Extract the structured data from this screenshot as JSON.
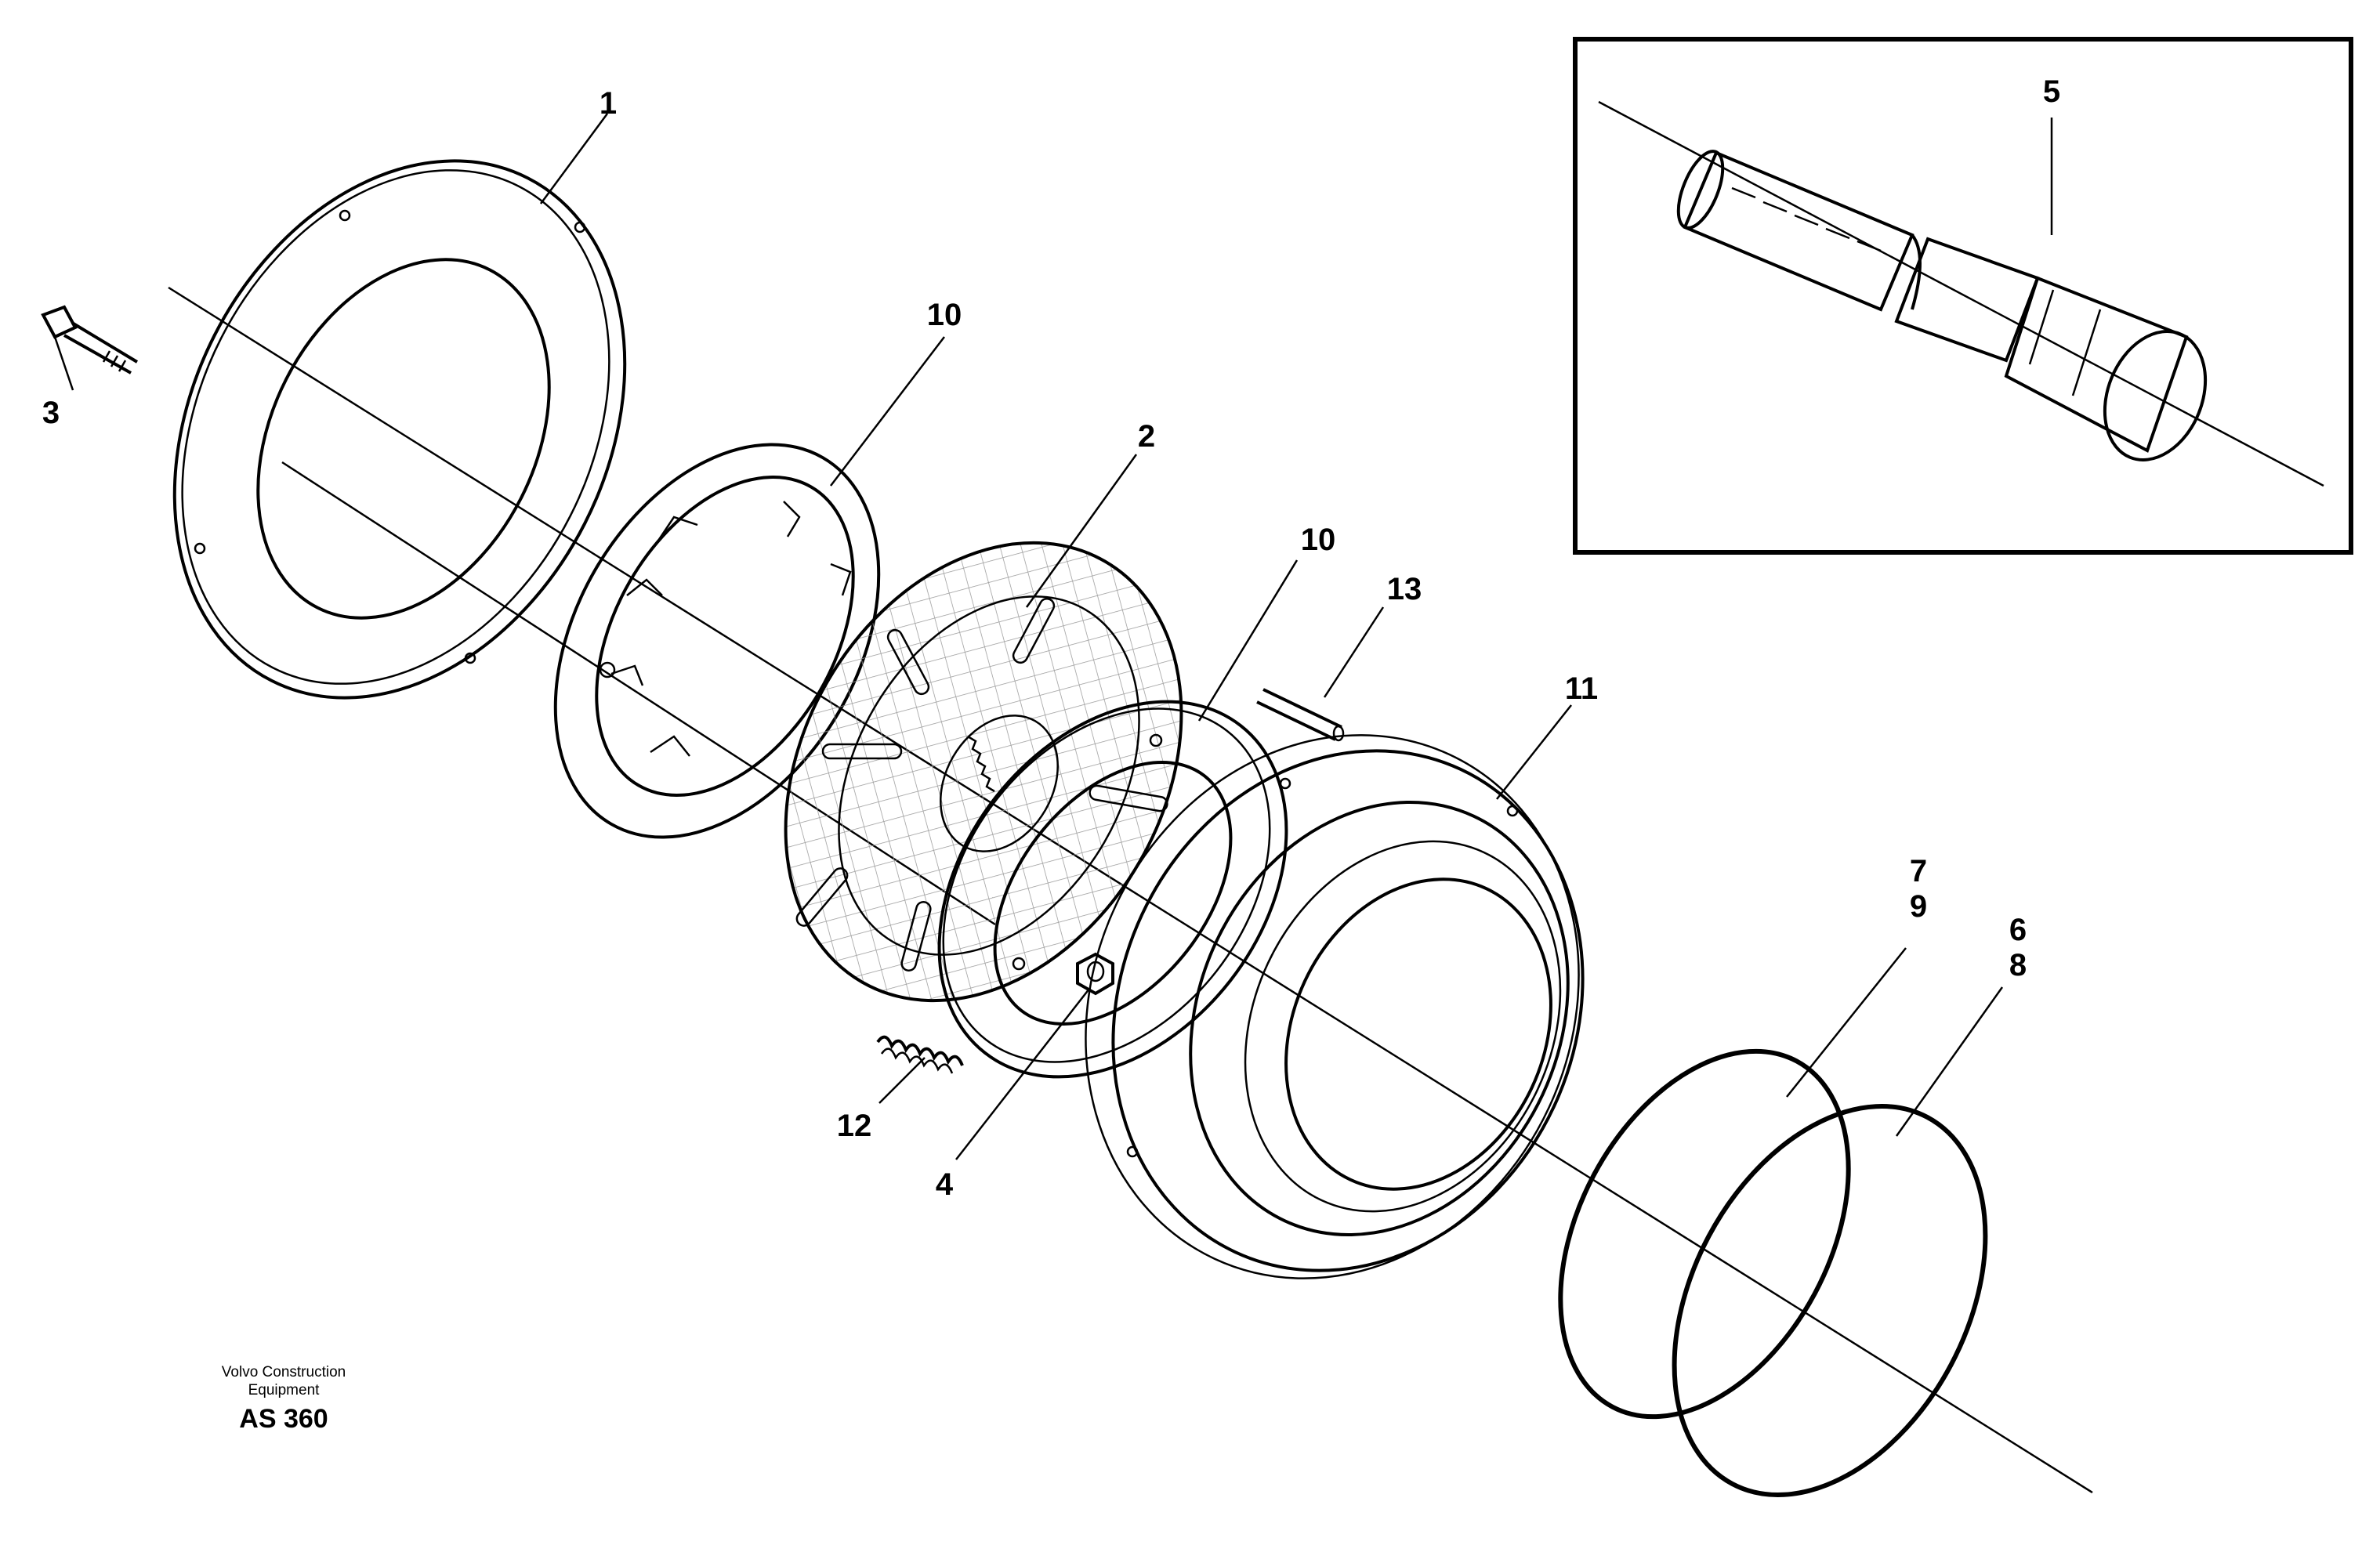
{
  "figure": {
    "callouts": [
      "1",
      "10",
      "2",
      "3",
      "10",
      "13",
      "11",
      "5",
      "7",
      "9",
      "6",
      "8",
      "12",
      "4"
    ],
    "publisher": [
      "Volvo Construction",
      "Equipment"
    ],
    "drawing_code": "AS 360"
  }
}
